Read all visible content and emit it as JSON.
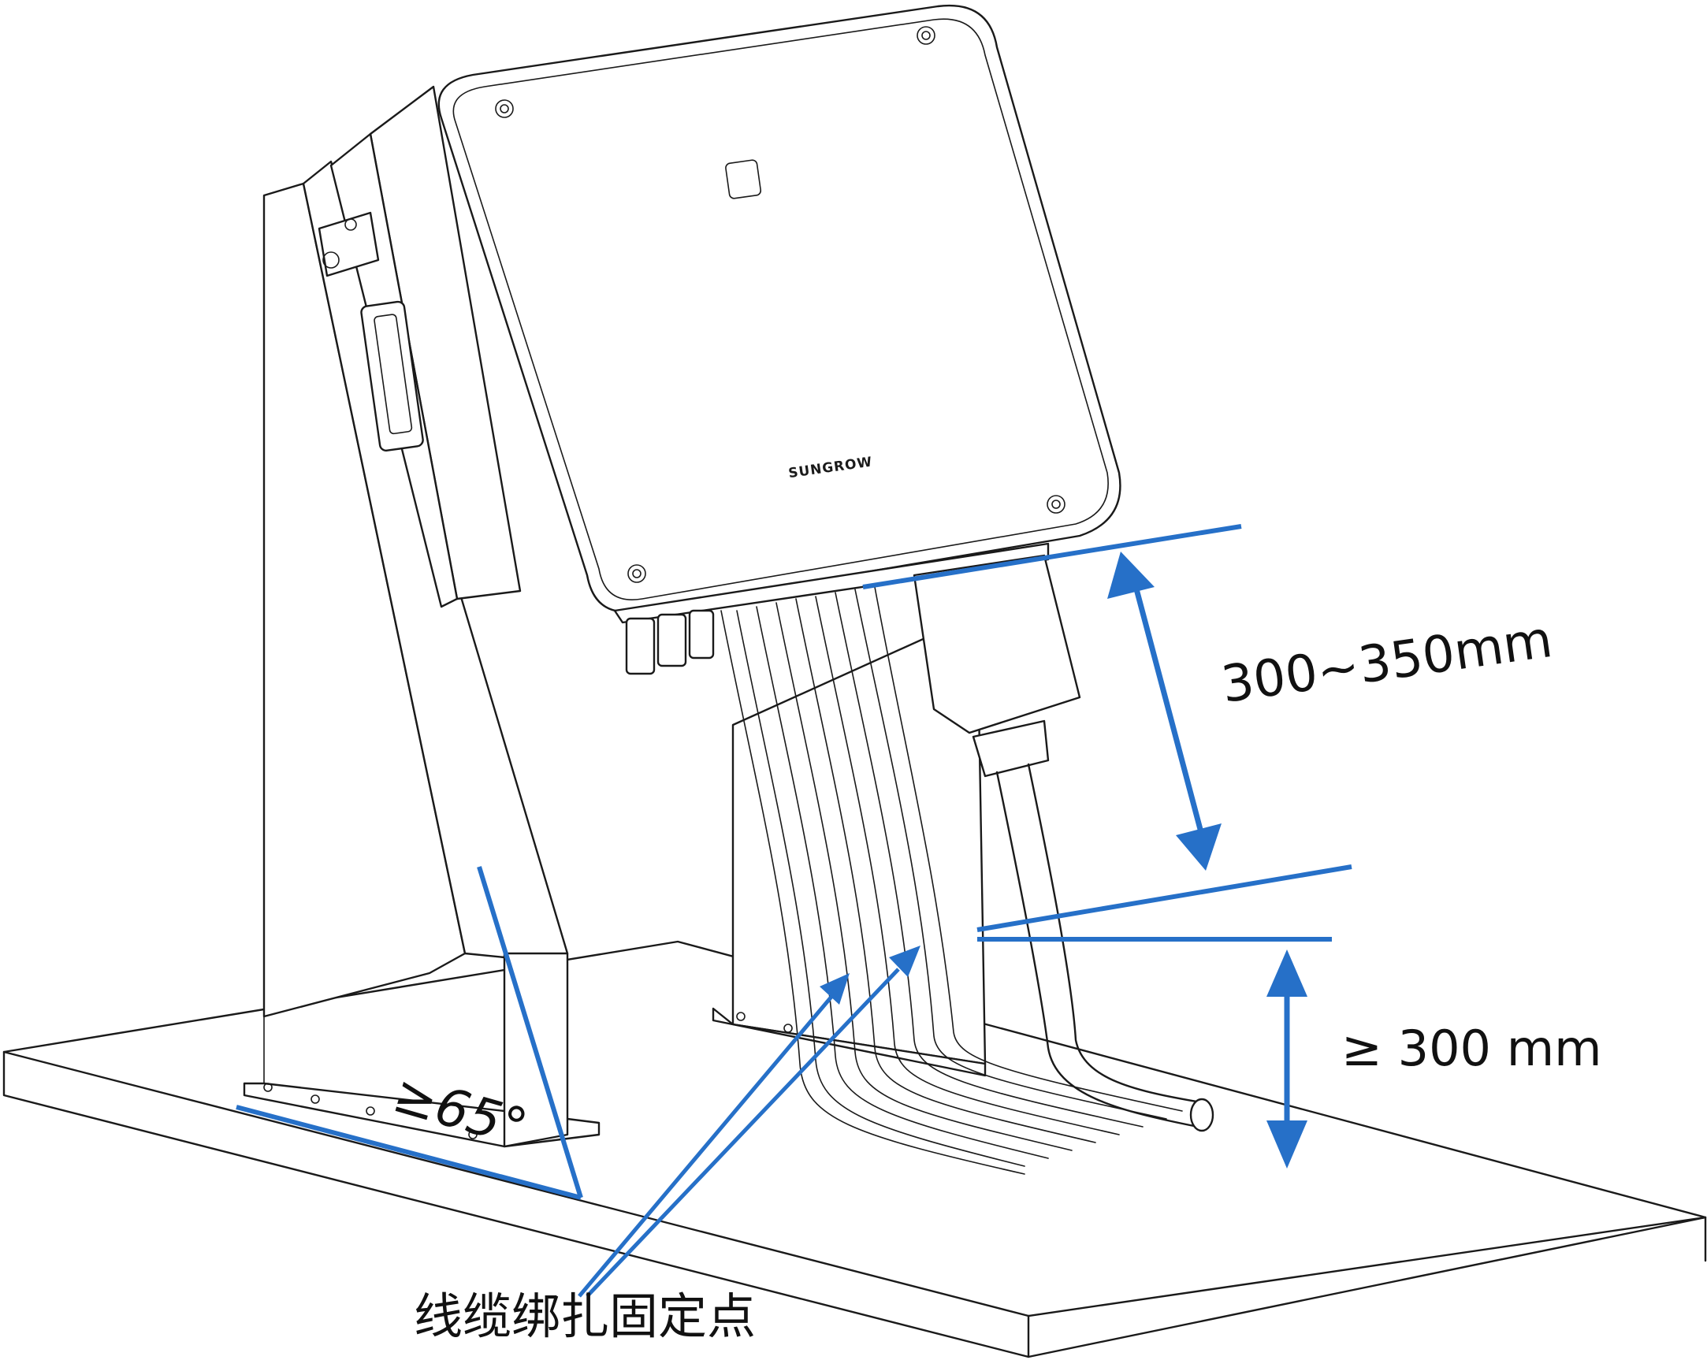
{
  "diagram": {
    "brand_logo": "SUNGROW",
    "dimensions": {
      "top_clearance": "300~350mm",
      "ground_clearance": "≥ 300 mm",
      "tilt_angle": "≥65°"
    },
    "callout": "线缆绑扎固定点",
    "colors": {
      "annotation": "#2670c8",
      "line_art": "#1a1a1a",
      "background": "#ffffff"
    },
    "icons": [
      "double-arrow-icon",
      "pointer-arrow-icon"
    ]
  }
}
